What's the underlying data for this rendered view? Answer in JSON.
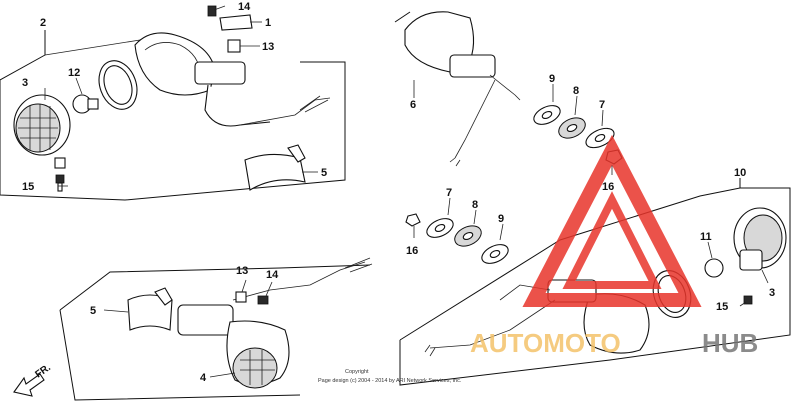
{
  "diagram": {
    "callouts": {
      "top_left": [
        "2",
        "3",
        "12",
        "15",
        "14",
        "1",
        "13",
        "5"
      ],
      "top_right": [
        "6",
        "9",
        "8",
        "7",
        "16"
      ],
      "middle_right": [
        "7",
        "8",
        "9",
        "16"
      ],
      "right": [
        "10",
        "11",
        "3",
        "15"
      ],
      "bottom_left": [
        "5",
        "13",
        "14",
        "4"
      ]
    },
    "direction_label": "FR.",
    "copyright_lines": [
      "Copyright",
      "Page design (c) 2004 - 2014 by ARI Network Services, Inc."
    ]
  },
  "watermark": {
    "brand_part1": "AUTOMOTO",
    "brand_part2": "HUB",
    "colors": {
      "triangle": "#e8352b",
      "brand_part1": "#f4c36b",
      "brand_part2": "#777777"
    }
  }
}
